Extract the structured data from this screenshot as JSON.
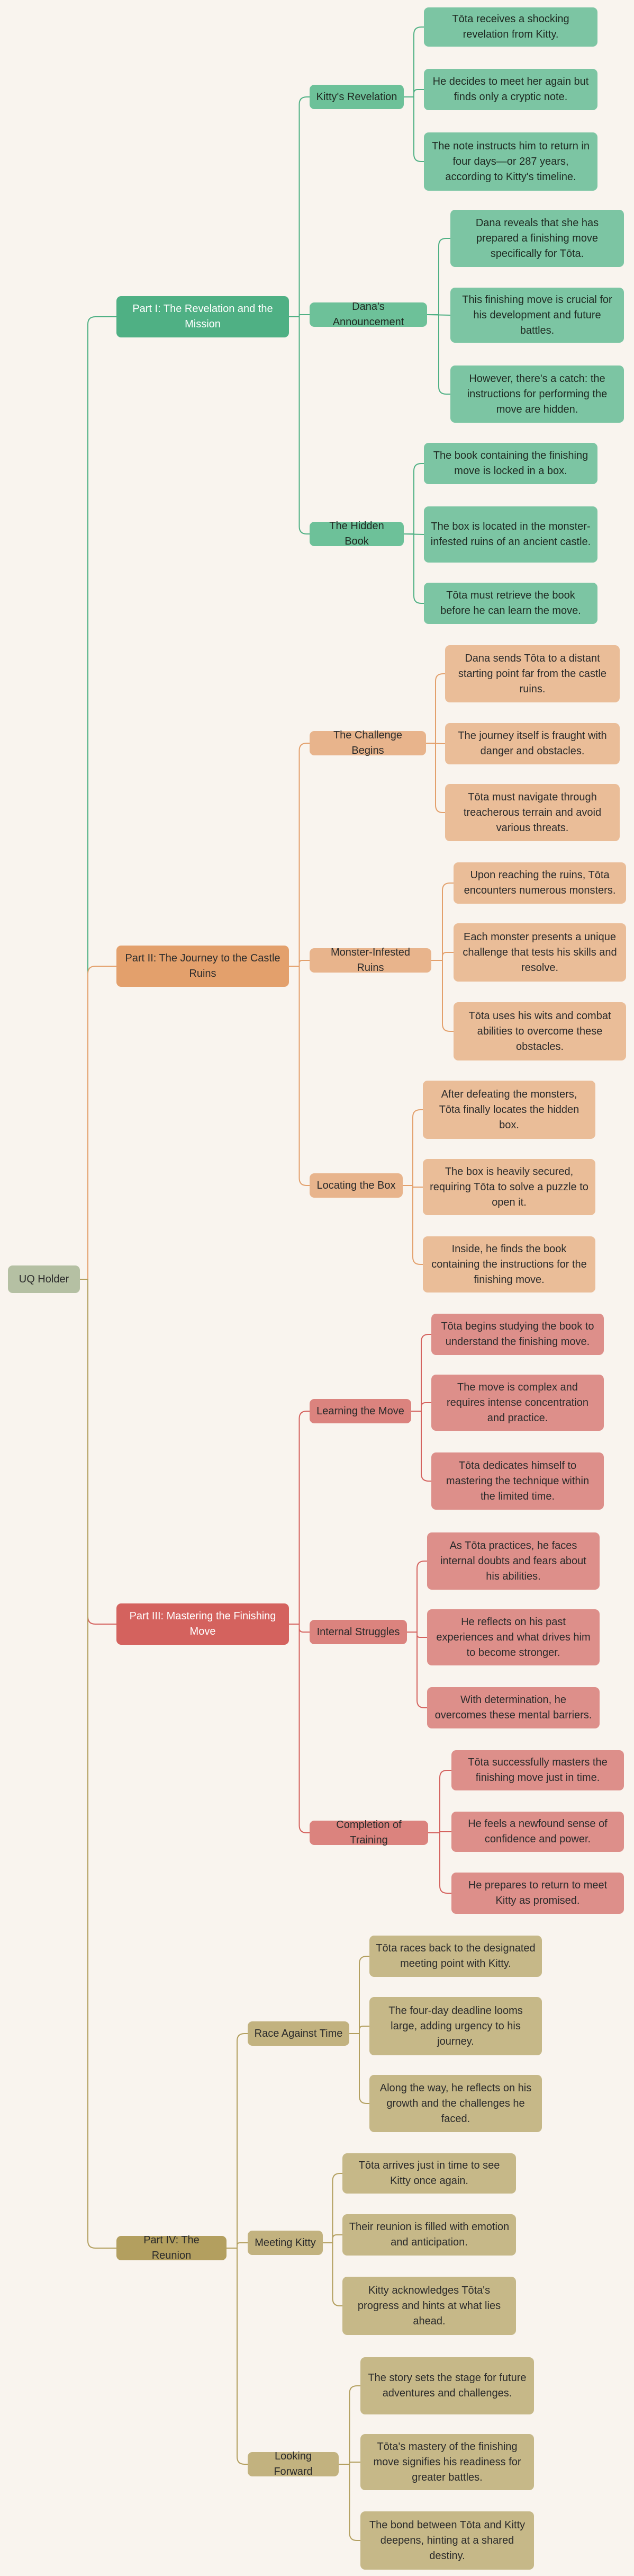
{
  "root": {
    "label": "UQ Holder",
    "bg": "#b5c0a3"
  },
  "parts": [
    {
      "label": "Part I: The Revelation and the Mission",
      "color": "#4fb084",
      "sub_color": "#6dc199",
      "leaf_color": "#7cc5a3",
      "text_color": "#1f2a22",
      "subs": [
        {
          "label": "Kitty's Revelation",
          "leaves": [
            "Tōta receives a shocking revelation from Kitty.",
            "He decides to meet her again but finds only a cryptic note.",
            "The note instructs him to return in four days—or 287 years, according to Kitty's timeline."
          ]
        },
        {
          "label": "Dana's Announcement",
          "leaves": [
            "Dana reveals that she has prepared a finishing move specifically for Tōta.",
            "This finishing move is crucial for his development and future battles.",
            "However, there's a catch: the instructions for performing the move are hidden."
          ]
        },
        {
          "label": "The Hidden Book",
          "leaves": [
            "The book containing the finishing move is locked in a box.",
            "The box is located in the monster-infested ruins of an ancient castle.",
            "Tōta must retrieve the book before he can learn the move."
          ]
        }
      ]
    },
    {
      "label": "Part II: The Journey to the Castle Ruins",
      "color": "#e3a06c",
      "sub_color": "#e8b48c",
      "leaf_color": "#eabd98",
      "text_color": "#2b2b2b",
      "subs": [
        {
          "label": "The Challenge Begins",
          "leaves": [
            "Dana sends Tōta to a distant starting point far from the castle ruins.",
            "The journey itself is fraught with danger and obstacles.",
            "Tōta must navigate through treacherous terrain and avoid various threats."
          ]
        },
        {
          "label": "Monster-Infested Ruins",
          "leaves": [
            "Upon reaching the ruins, Tōta encounters numerous monsters.",
            "Each monster presents a unique challenge that tests his skills and resolve.",
            "Tōta uses his wits and combat abilities to overcome these obstacles."
          ]
        },
        {
          "label": "Locating the Box",
          "leaves": [
            "After defeating the monsters, Tōta finally locates the hidden box.",
            "The box is heavily secured, requiring Tōta to solve a puzzle to open it.",
            "Inside, he finds the book containing the instructions for the finishing move."
          ]
        }
      ]
    },
    {
      "label": "Part III: Mastering the Finishing Move",
      "color": "#d4625e",
      "sub_color": "#db837e",
      "leaf_color": "#dd8f8a",
      "text_color": "#2b2b2b",
      "subs": [
        {
          "label": "Learning the Move",
          "leaves": [
            "Tōta begins studying the book to understand the finishing move.",
            "The move is complex and requires intense concentration and practice.",
            "Tōta dedicates himself to mastering the technique within the limited time."
          ]
        },
        {
          "label": "Internal Struggles",
          "leaves": [
            "As Tōta practices, he faces internal doubts and fears about his abilities.",
            "He reflects on his past experiences and what drives him to become stronger.",
            "With determination, he overcomes these mental barriers."
          ]
        },
        {
          "label": "Completion of Training",
          "leaves": [
            "Tōta successfully masters the finishing move just in time.",
            "He feels a newfound sense of confidence and power.",
            "He prepares to return to meet Kitty as promised."
          ]
        }
      ]
    },
    {
      "label": "Part IV: The Reunion",
      "color": "#b39f5f",
      "sub_color": "#c2b27f",
      "leaf_color": "#c6b888",
      "text_color": "#2b2b2b",
      "subs": [
        {
          "label": "Race Against Time",
          "leaves": [
            "Tōta races back to the designated meeting point with Kitty.",
            "The four-day deadline looms large, adding urgency to his journey.",
            "Along the way, he reflects on his growth and the challenges he faced."
          ]
        },
        {
          "label": "Meeting Kitty",
          "leaves": [
            "Tōta arrives just in time to see Kitty once again.",
            "Their reunion is filled with emotion and anticipation.",
            "Kitty acknowledges Tōta's progress and hints at what lies ahead."
          ]
        },
        {
          "label": "Looking Forward",
          "leaves": [
            "The story sets the stage for future adventures and challenges.",
            "Tōta's mastery of the finishing move signifies his readiness for greater battles.",
            "The bond between Tōta and Kitty deepens, hinting at a shared destiny."
          ]
        }
      ]
    }
  ]
}
